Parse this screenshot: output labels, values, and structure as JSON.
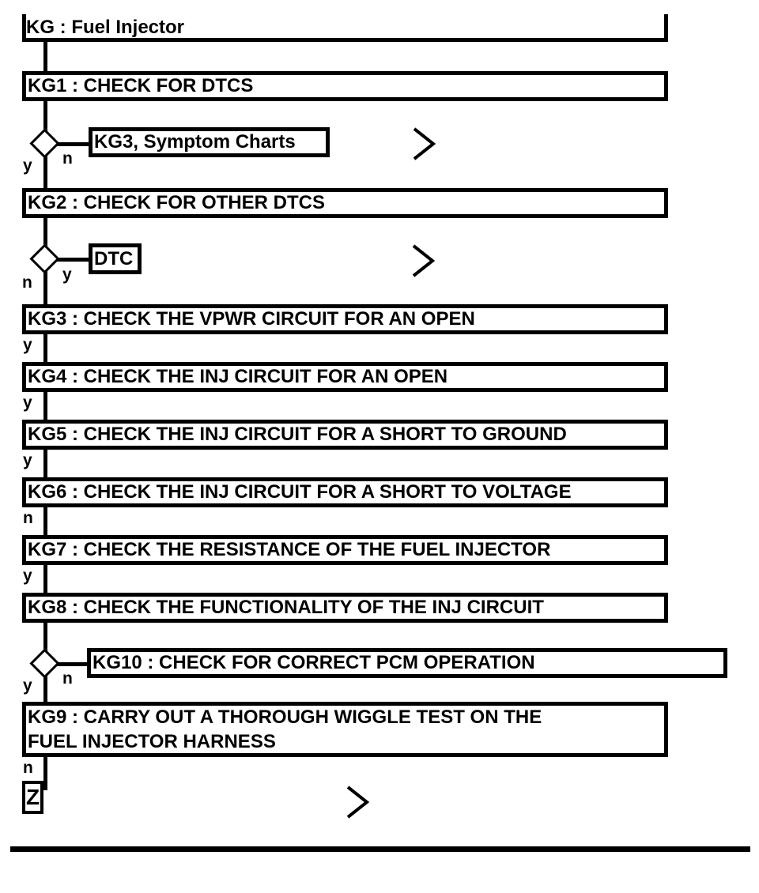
{
  "title": "KG : Fuel Injector",
  "colors": {
    "ink": "#000000",
    "paper": "#ffffff"
  },
  "steps": {
    "kg1": {
      "label": "KG1 : CHECK FOR DTCS"
    },
    "kg2": {
      "label": "KG2 : CHECK FOR OTHER DTCS"
    },
    "kg3": {
      "label": "KG3 : CHECK THE VPWR CIRCUIT FOR AN OPEN",
      "result": "y"
    },
    "kg4": {
      "label": "KG4 : CHECK THE INJ CIRCUIT FOR AN OPEN",
      "result": "y"
    },
    "kg5": {
      "label": "KG5 : CHECK THE INJ CIRCUIT FOR A SHORT TO GROUND",
      "result": "y"
    },
    "kg6": {
      "label": "KG6 : CHECK THE INJ CIRCUIT FOR A SHORT TO VOLTAGE",
      "result": "n"
    },
    "kg7": {
      "label": "KG7 : CHECK THE RESISTANCE OF THE FUEL INJECTOR",
      "result": "y"
    },
    "kg8": {
      "label": "KG8 : CHECK THE FUNCTIONALITY OF THE INJ CIRCUIT"
    },
    "kg9": {
      "line1": "KG9 : CARRY OUT A THOROUGH WIGGLE TEST ON THE",
      "line2": "FUEL INJECTOR HARNESS",
      "result": "n"
    }
  },
  "decisions": {
    "d1": {
      "down_label": "y",
      "side_label": "n",
      "branch": "KG3, Symptom Charts"
    },
    "d2": {
      "down_label": "n",
      "side_label": "y",
      "branch": "DTC"
    },
    "d3": {
      "down_label": "y",
      "side_label": "n",
      "branch": "KG10 : CHECK FOR CORRECT PCM OPERATION"
    }
  },
  "terminator": {
    "label": "Z"
  }
}
